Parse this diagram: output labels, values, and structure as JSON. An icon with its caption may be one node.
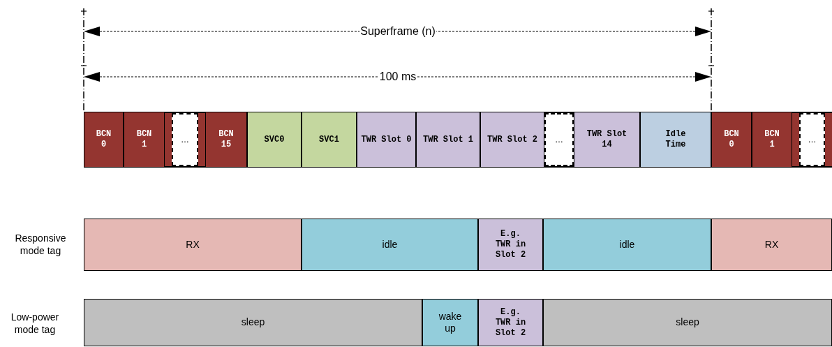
{
  "diagram": {
    "nodes": [
      {
        "text": [
          "BCN 0"
        ]
      },
      {
        "text": [
          "BCN 1"
        ]
      },
      {
        "text": [
          "…"
        ]
      },
      {
        "text": [
          "BCN 15"
        ]
      },
      {
        "text": [
          "SVC0"
        ]
      },
      {
        "text": [
          "SVC1"
        ]
      },
      {
        "text": [
          "TWR Slot 0"
        ]
      },
      {
        "text": [
          "TWR Slot 1"
        ]
      },
      {
        "text": [
          "TWR Slot 2"
        ]
      },
      {
        "text": [
          "…"
        ]
      },
      {
        "text": [
          "TWR Slot 14"
        ]
      },
      {
        "text": [
          "Idle Time"
        ]
      },
      {
        "text": [
          "BCN 0"
        ]
      },
      {
        "text": [
          "BCN 1"
        ]
      },
      {
        "text": [
          "…"
        ]
      },
      {
        "text": [
          "RX"
        ]
      },
      {
        "text": [
          "idle"
        ]
      },
      {
        "text": [
          "E.g. TWR in Slot 2"
        ]
      },
      {
        "text": [
          "idle"
        ]
      },
      {
        "text": [
          "RX"
        ]
      },
      {
        "text": [
          "sleep"
        ]
      },
      {
        "text": [
          "wake up"
        ]
      },
      {
        "text": [
          "E.g. TWR in Slot 2"
        ]
      },
      {
        "text": [
          "sleep"
        ]
      }
    ],
    "labels": [
      "Superframe (n)",
      "100 ms",
      "Responsive mode tag",
      "Low-power mode tag"
    ]
  }
}
